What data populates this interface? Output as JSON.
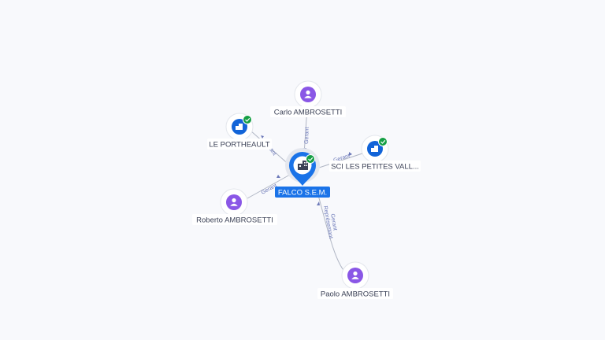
{
  "graph": {
    "center": {
      "label": "FALCO S.E.M.",
      "type": "company",
      "verified": true,
      "icon": "building-icon"
    },
    "nodes": [
      {
        "id": "carlo",
        "label": "Carlo AMBROSETTI",
        "type": "person",
        "verified": false,
        "icon": "person-icon"
      },
      {
        "id": "portheault",
        "label": "LE PORTHEAULT",
        "type": "company",
        "verified": true,
        "icon": "building-icon"
      },
      {
        "id": "sci",
        "label": "SCI LES PETITES VALL...",
        "type": "company",
        "verified": true,
        "icon": "building-icon"
      },
      {
        "id": "roberto",
        "label": "Roberto AMBROSETTI",
        "type": "person",
        "verified": false,
        "icon": "person-icon"
      },
      {
        "id": "paolo",
        "label": "Paolo AMBROSETTI",
        "type": "person",
        "verified": false,
        "icon": "person-icon"
      }
    ],
    "edges": [
      {
        "from": "carlo",
        "label": "Gerant"
      },
      {
        "from": "portheault",
        "label": "ant"
      },
      {
        "from": "sci",
        "label": "Gerant"
      },
      {
        "from": "roberto",
        "label": "Gerant"
      },
      {
        "from": "paolo",
        "label": "Gerant",
        "label2": "Représentant"
      }
    ]
  },
  "colors": {
    "company": "#1264d8",
    "person": "#8a57e6",
    "verified": "#159f45",
    "edge": "#b0b6c4",
    "edge_label": "#6b78b8",
    "main_label_bg": "#1a73e8"
  }
}
